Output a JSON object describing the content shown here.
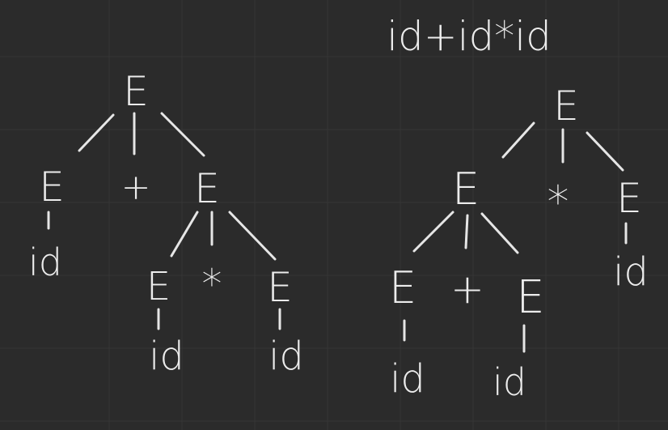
{
  "expression": "id+id*id",
  "colors": {
    "background": "#2b2b2b",
    "grid": "#363636",
    "ink": "#ececec"
  },
  "tree_left": {
    "root": "E",
    "left_child": "E",
    "plus": "+",
    "right_child": "E",
    "left_leaf": "id",
    "right_left": "E",
    "star": "*",
    "right_right": "E",
    "right_left_leaf": "id",
    "right_right_leaf": "id"
  },
  "tree_right": {
    "root": "E",
    "left_child": "E",
    "star": "*",
    "right_child": "E",
    "right_leaf": "id",
    "left_left": "E",
    "plus": "+",
    "left_right": "E",
    "left_left_leaf": "id",
    "left_right_leaf": "id"
  }
}
